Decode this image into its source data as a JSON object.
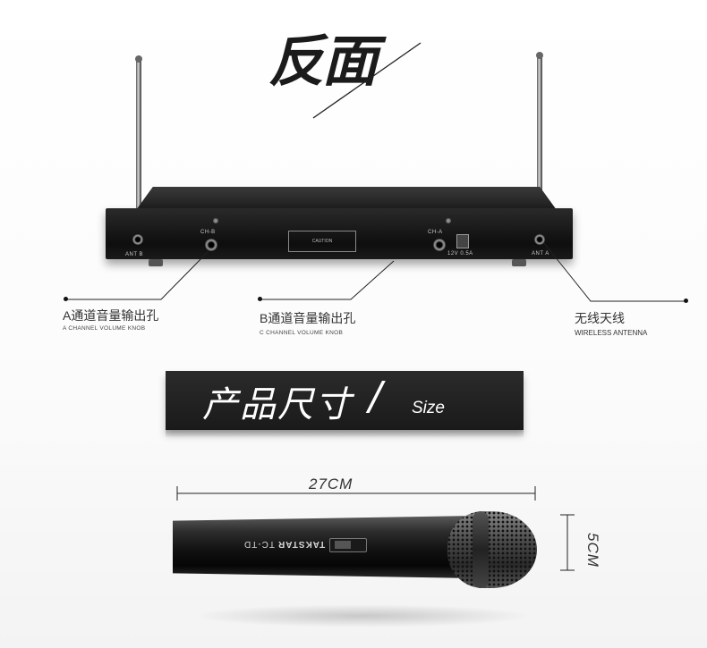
{
  "heading": {
    "title": "反面"
  },
  "receiver": {
    "ant_b_label": "ANT B",
    "ant_a_label": "ANT A",
    "ch_b_label": "CH-B",
    "ch_a_label": "CH-A",
    "caution_label": "CAUTION",
    "power_label": "12V 0.5A"
  },
  "callouts": [
    {
      "cn": "A通道音量输出孔",
      "en": "A CHANNEL VOLUME KNOB"
    },
    {
      "cn": "B通道音量输出孔",
      "en": "C CHANNEL VOLUME KNOB"
    },
    {
      "cn": "无线天线",
      "en": "WIRELESS ANTENNA"
    }
  ],
  "size_banner": {
    "title_cn": "产品尺寸",
    "slash": "/",
    "title_en": "Size"
  },
  "dimensions": {
    "length": "27CM",
    "diameter": "5CM"
  },
  "microphone": {
    "brand": "TAKSTAR",
    "model": "TC-TD"
  },
  "colors": {
    "dark": "#1b1b1b",
    "banner": "#222222",
    "background": "#ffffff"
  }
}
